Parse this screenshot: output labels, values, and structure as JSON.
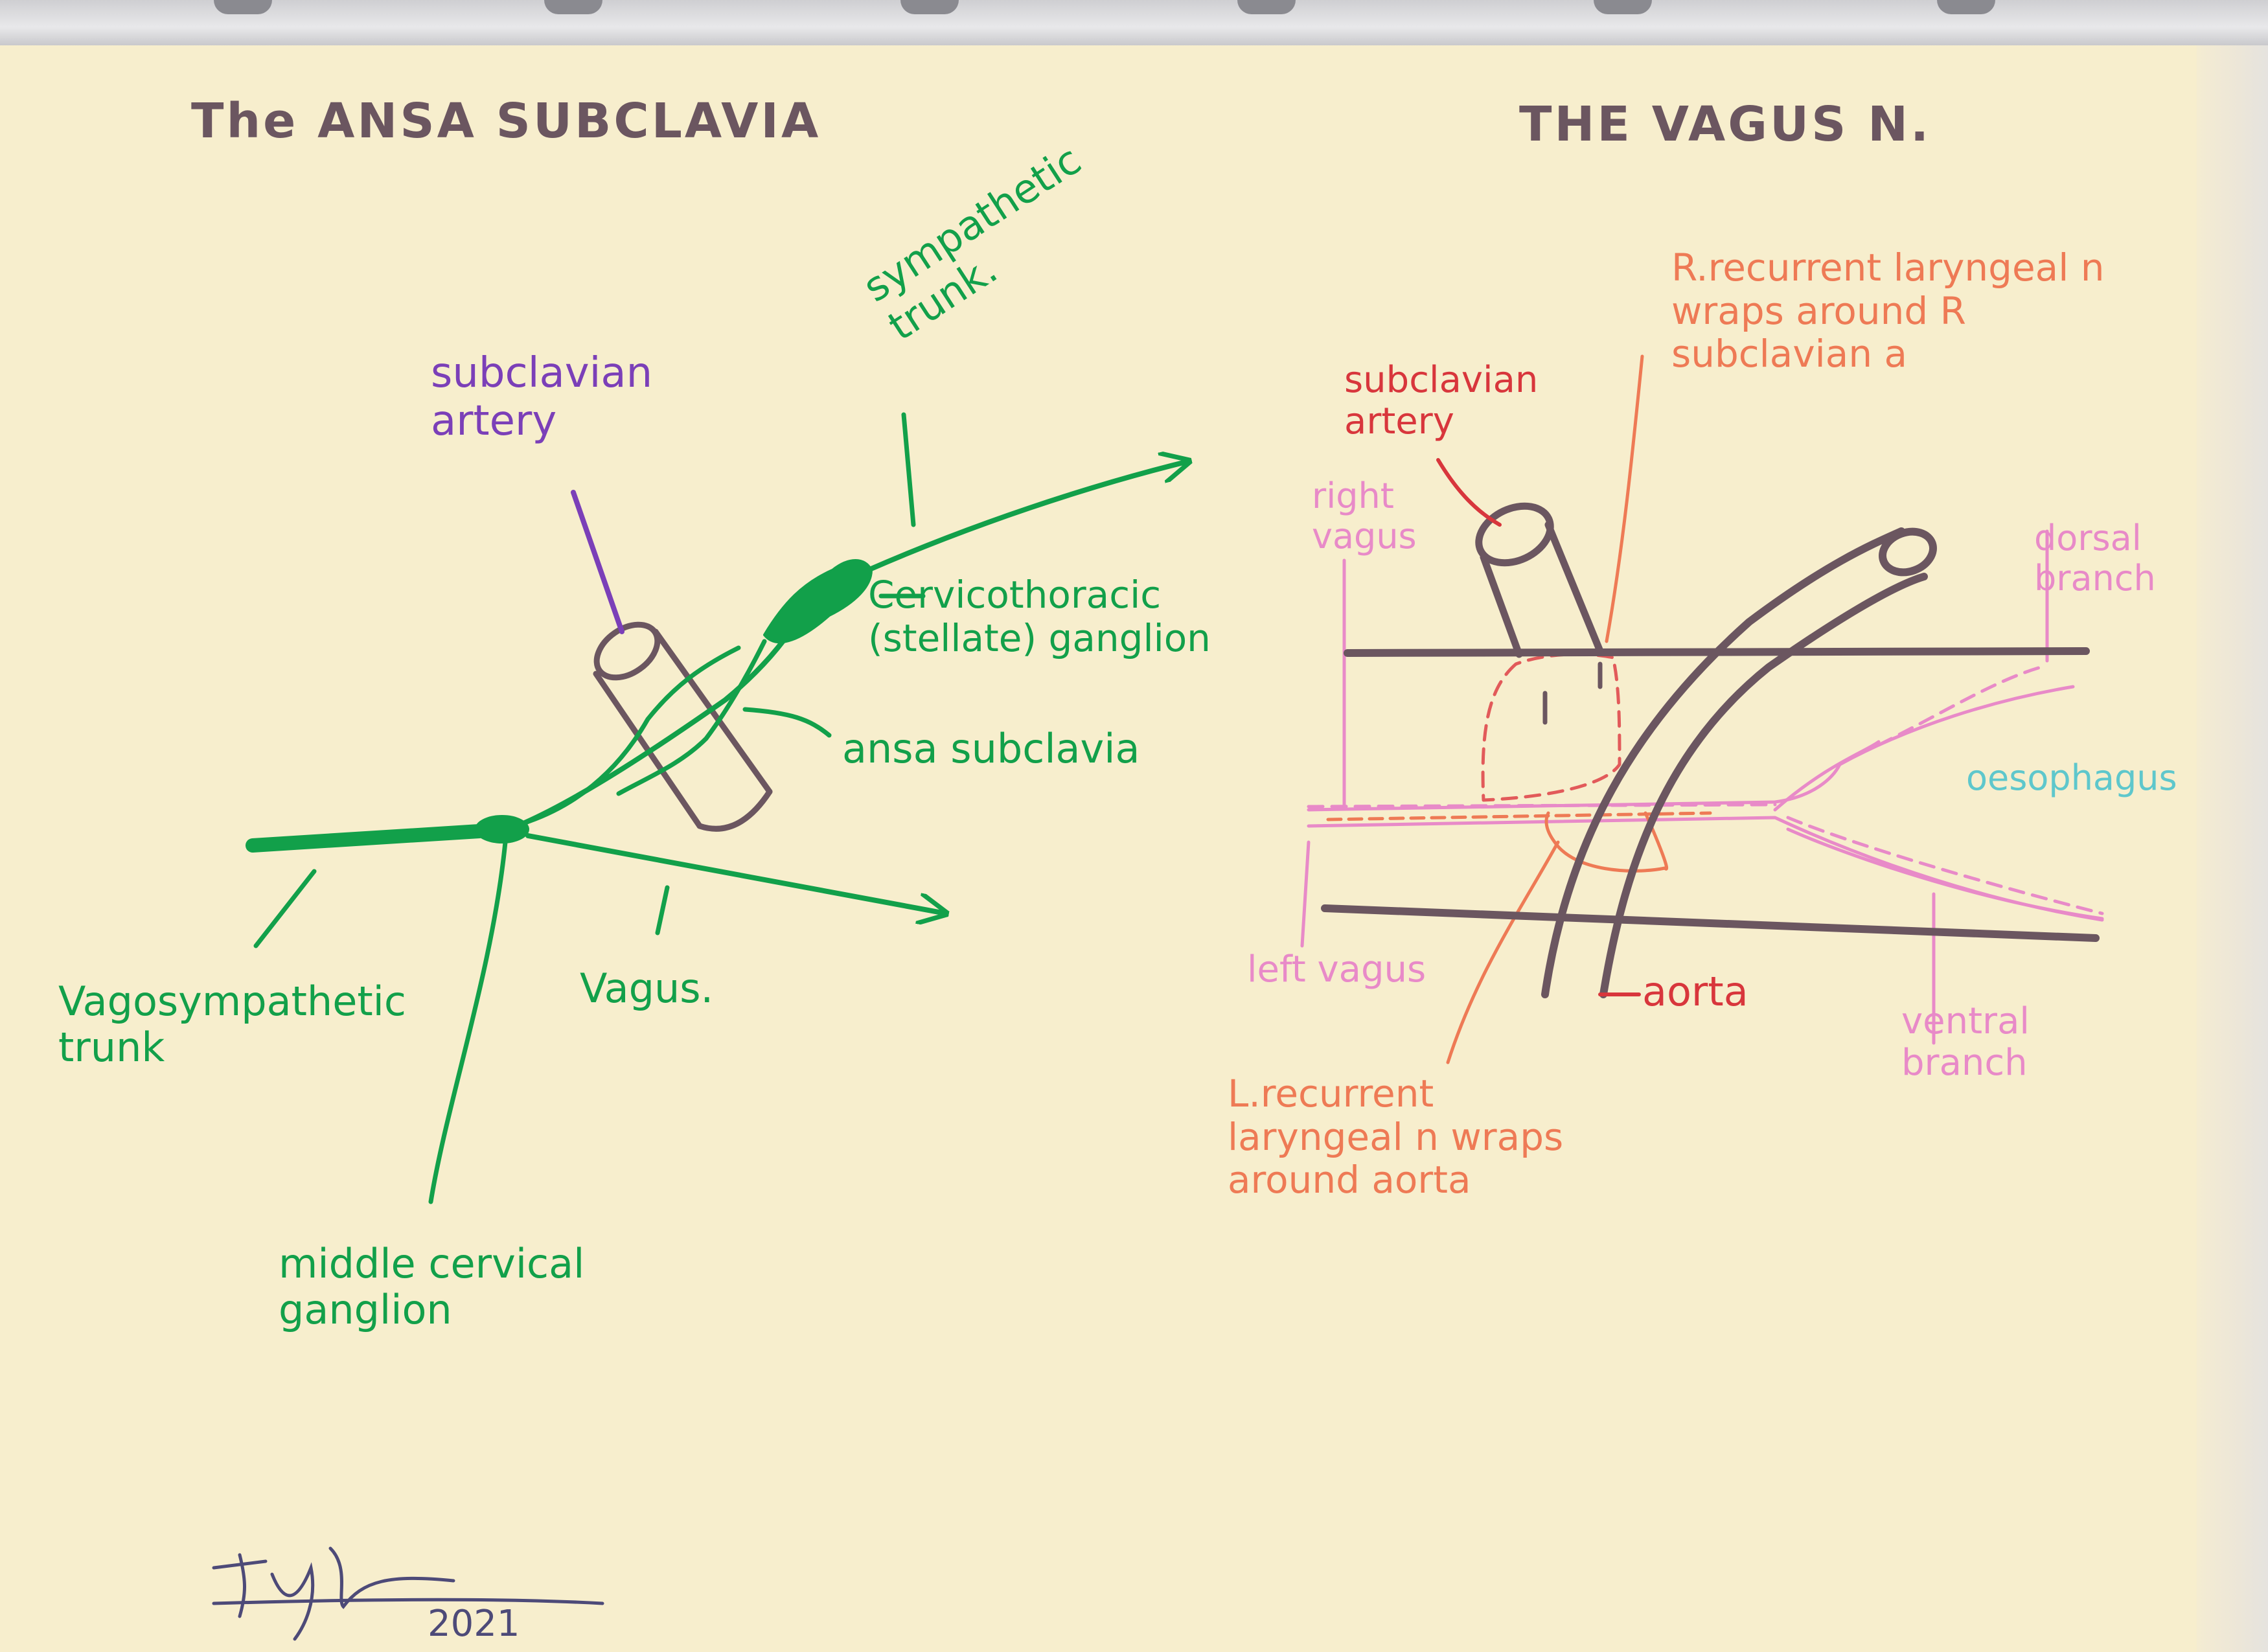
{
  "left_diagram": {
    "title": "The ANSA SUBCLAVIA",
    "labels": {
      "subclavian_artery": "subclavian\nartery",
      "sympathetic_trunk": "sympathetic\ntrunk.",
      "cervicothoracic": "Cervicothoracic\n(stellate) ganglion",
      "ansa_subclavia": "ansa subclavia",
      "vagosympathetic": "Vagosympathetic\ntrunk",
      "vagus": "Vagus.",
      "middle_cervical": "middle cervical\nganglion"
    }
  },
  "right_diagram": {
    "title": "THE VAGUS N.",
    "labels": {
      "r_recurrent": "R.recurrent laryngeal n\nwraps around R\nsubclavian a",
      "subclavian_artery": "subclavian\nartery",
      "right_vagus": "right\nvagus",
      "dorsal_branch": "dorsal\nbranch",
      "oesophagus": "oesophagus",
      "left_vagus": "left vagus",
      "aorta": "aorta",
      "ventral_branch": "ventral\nbranch",
      "l_recurrent": "L.recurrent\nlaryngeal n wraps\naround aorta"
    }
  },
  "signature": {
    "year": "2021"
  },
  "colors": {
    "paper": "#f7eecd",
    "green": "#12a04a",
    "purple": "#7b3fb8",
    "brown": "#6b5660",
    "red": "#d8363c",
    "salmon": "#ee7a55",
    "pink": "#e88ac8",
    "teal": "#5ec7cc"
  }
}
